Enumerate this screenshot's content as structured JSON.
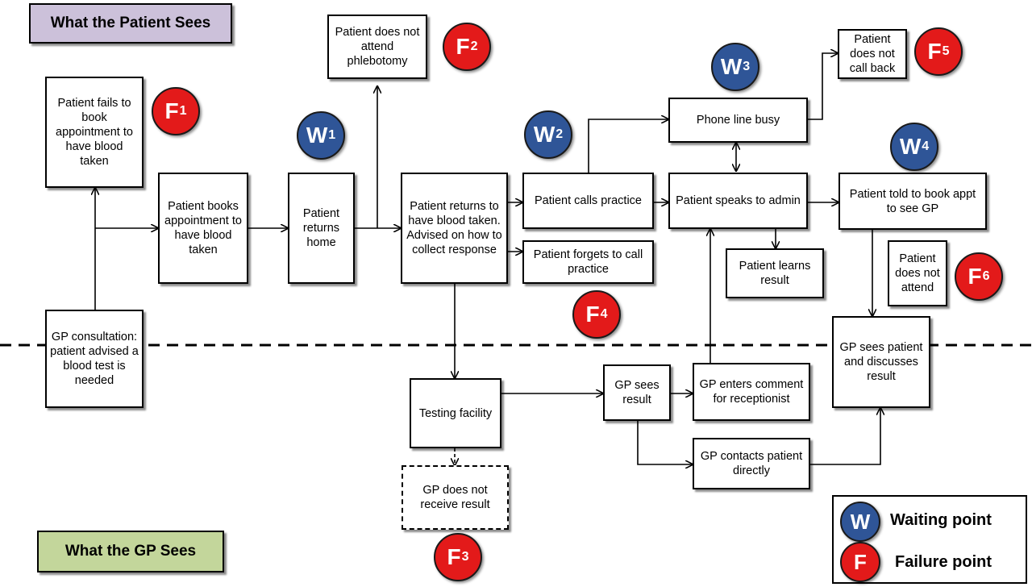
{
  "sections": {
    "patient": "What the Patient Sees",
    "gp": "What the GP Sees"
  },
  "colors": {
    "patient_label": "#ccc1da",
    "gp_label": "#c3d69b",
    "waiting": "#2f5597",
    "failure": "#e31a1a"
  },
  "nodes": {
    "fails_to_book": "Patient fails to book appointment to have blood taken",
    "books_appointment": "Patient books appointment to have blood taken",
    "returns_home": "Patient returns home",
    "no_phlebotomy": "Patient does not attend phlebotomy",
    "returns_for_blood": "Patient returns to have blood taken.\nAdvised on how to collect response",
    "calls_practice": "Patient calls practice",
    "forgets_to_call": "Patient  forgets to call practice",
    "phone_busy": "Phone line busy",
    "no_call_back": "Patient does not call back",
    "speaks_to_admin": "Patient speaks to admin",
    "learns_result": "Patient learns result",
    "told_to_book": "Patient told to book appt to see GP",
    "does_not_attend": "Patient does not attend",
    "gp_consultation": "GP consultation: patient advised a blood test is needed",
    "testing_facility": "Testing facility",
    "gp_no_result": "GP does not receive result",
    "gp_sees_result": "GP sees result",
    "gp_enters_comment": "GP enters comment for receptionist",
    "gp_contacts": "GP contacts patient directly",
    "gp_sees_patient": "GP sees patient and discusses result"
  },
  "markers": {
    "w1": {
      "letter": "W",
      "sub": "1"
    },
    "w2": {
      "letter": "W",
      "sub": "2"
    },
    "w3": {
      "letter": "W",
      "sub": "3"
    },
    "w4": {
      "letter": "W",
      "sub": "4"
    },
    "f1": {
      "letter": "F",
      "sub": "1"
    },
    "f2": {
      "letter": "F",
      "sub": "2"
    },
    "f3": {
      "letter": "F",
      "sub": "3"
    },
    "f4": {
      "letter": "F",
      "sub": "4"
    },
    "f5": {
      "letter": "F",
      "sub": "5"
    },
    "f6": {
      "letter": "F",
      "sub": "6"
    }
  },
  "legend": {
    "waiting_letter": "W",
    "waiting_label": "Waiting point",
    "failure_letter": "F",
    "failure_label": "Failure point"
  }
}
